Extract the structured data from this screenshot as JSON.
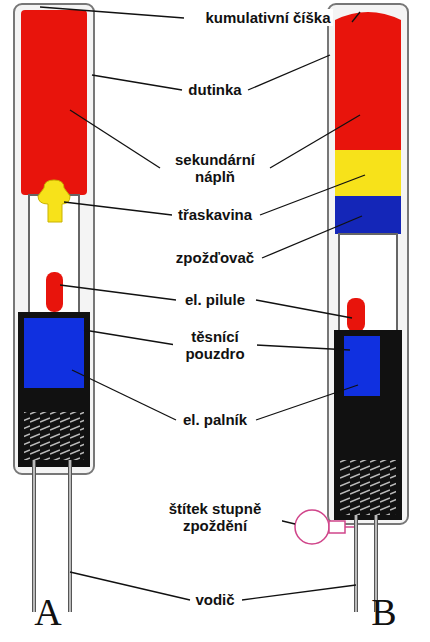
{
  "diagram": {
    "labels": [
      "kumulativní číška",
      "dutinka",
      "sekundární náplň",
      "třaskavina",
      "zpožďovač",
      "el. pilule",
      "těsnící pouzdro",
      "el. palník",
      "štítek stupně zpoždění",
      "vodič",
      "A",
      "B"
    ]
  }
}
